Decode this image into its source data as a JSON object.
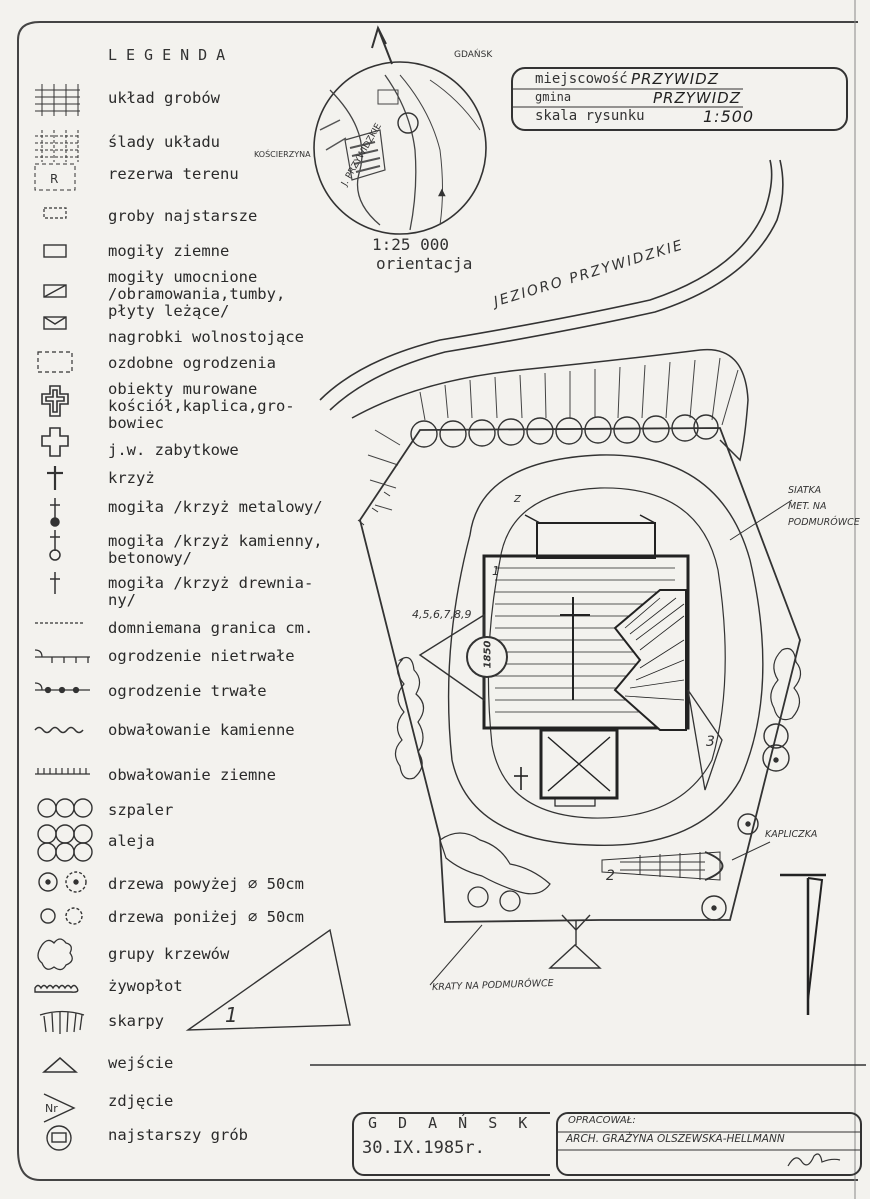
{
  "legend": {
    "title": "LEGENDA",
    "items": [
      {
        "icon": "grave-grid-icon",
        "label": "układ grobów"
      },
      {
        "icon": "grave-trace-icon",
        "label": "ślady układu"
      },
      {
        "icon": "reserve-icon",
        "label": "rezerwa terenu"
      },
      {
        "icon": "oldest-graves-icon",
        "label": "groby najstarsze"
      },
      {
        "icon": "earth-grave-icon",
        "label": "mogiły ziemne"
      },
      {
        "icon": "reinforced-grave-icon",
        "label": "mogiły umocnione\n/obramowania,tumby,\npłyty leżące/"
      },
      {
        "icon": "tombstone-icon",
        "label": "nagrobki wolnostojące"
      },
      {
        "icon": "ornamental-fence-icon",
        "label": "ozdobne ogrodzenia"
      },
      {
        "icon": "masonry-icon",
        "label": "obiekty murowane\nkościół,kaplica,gro-\nbowiec"
      },
      {
        "icon": "historic-masonry-icon",
        "label": "j.w. zabytkowe"
      },
      {
        "icon": "cross-icon",
        "label": "krzyż"
      },
      {
        "icon": "metal-cross-icon",
        "label": "mogiła /krzyż metalowy/"
      },
      {
        "icon": "stone-cross-icon",
        "label": "mogiła /krzyż kamienny,\nbetonowy/"
      },
      {
        "icon": "wooden-cross-icon",
        "label": "mogiła /krzyż drewnia-\n                    ny/"
      },
      {
        "icon": "boundary-icon",
        "label": "domniemana granica cm."
      },
      {
        "icon": "temp-fence-icon",
        "label": "ogrodzenie nietrwałe"
      },
      {
        "icon": "perm-fence-icon",
        "label": "ogrodzenie trwałe"
      },
      {
        "icon": "stone-embankment-icon",
        "label": "obwałowanie kamienne"
      },
      {
        "icon": "earth-embankment-icon",
        "label": "obwałowanie ziemne"
      },
      {
        "icon": "hedge-row-icon",
        "label": "szpaler"
      },
      {
        "icon": "alley-icon",
        "label": "aleja"
      },
      {
        "icon": "big-trees-icon",
        "label": "drzewa powyżej ∅ 50cm"
      },
      {
        "icon": "small-trees-icon",
        "label": "drzewa poniżej ∅ 50cm"
      },
      {
        "icon": "shrubs-icon",
        "label": "grupy krzewów"
      },
      {
        "icon": "living-hedge-icon",
        "label": "żywopłot"
      },
      {
        "icon": "slope-icon",
        "label": "skarpy"
      },
      {
        "icon": "entrance-icon",
        "label": "wejście"
      },
      {
        "icon": "photo-icon",
        "label": "zdjęcie"
      },
      {
        "icon": "oldest-grave-icon",
        "label": "najstarszy grób"
      }
    ]
  },
  "stamp": {
    "place_label": "miejscowość",
    "place_value": "PRZYWIDZ",
    "commune_label": "gmina",
    "commune_value": "PRZYWIDZ",
    "scale_label": "skala rysunku",
    "scale_value": "1:500"
  },
  "inset": {
    "scale": "1:25 000",
    "caption": "orientacja",
    "label_gdansk": "GDAŃSK",
    "label_koscierzyna": "KOŚCIERZYNA",
    "label_przywidzkie": "J. PRZYWIDZKIE"
  },
  "map": {
    "lake_label": "JEZIORO PRZYWIDZKIE",
    "fence_note_1": "SIATKA\nMET. NA\nPODMURÓWCE",
    "chapel_label": "KAPLICZKA",
    "gate_note": "KRATY NA PODMURÓWCE",
    "photo_numbers": "4,5,6,7,8,9",
    "year_badge": "1850",
    "marker_1": "1",
    "marker_2": "2",
    "marker_3": "3",
    "marker_z": "Z",
    "slope_num": "1"
  },
  "footer": {
    "city": "G D A Ń S K",
    "date": "30.IX.1985r.",
    "prepared_label": "OPRACOWAŁ:",
    "author": "ARCH. GRAŻYNA OLSZEWSKA-HELLMANN"
  }
}
